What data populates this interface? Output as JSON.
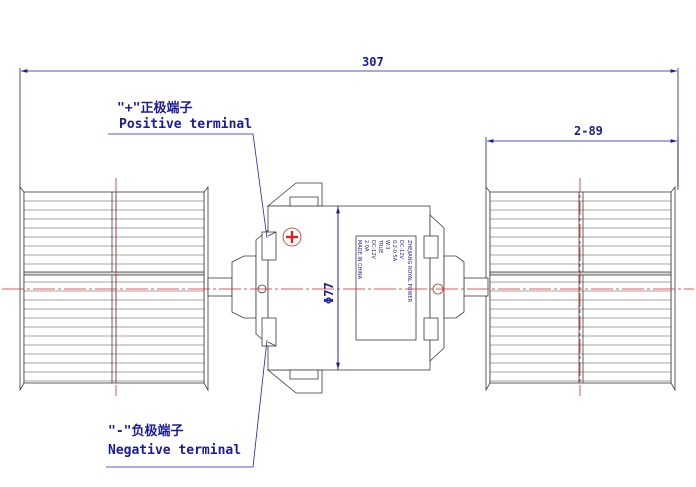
{
  "dimensions": {
    "overall_length": "307",
    "impeller_width": "2-89",
    "motor_diameter": "Φ77"
  },
  "labels": {
    "positive_cn": "\"+\"正极端子",
    "positive_en": "Positive terminal",
    "negative_cn": "\"-\"负极端子",
    "negative_en": "Negative terminal"
  },
  "nameplate": {
    "lines": [
      "ZHEJIANG ROYAL POWER",
      "DC-12V",
      "0.2-0.5A",
      "W:3",
      "TRUE",
      "DC-12V",
      "2.0A",
      "MADE IN CHINA"
    ]
  },
  "colors": {
    "line": "#3a3a3a",
    "dimension": "#1a1a9a",
    "centerline": "#e02020",
    "leader": "#2020c0",
    "positive_mark": "#e02020"
  }
}
